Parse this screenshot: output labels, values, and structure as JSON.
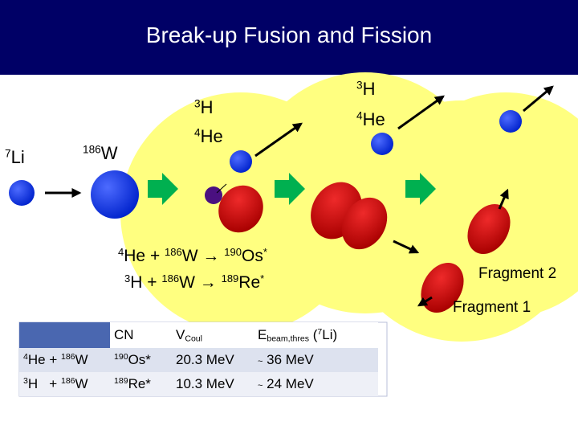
{
  "slide": {
    "title": "Break-up Fusion and Fission"
  },
  "labels": {
    "li7": {
      "mass": "7",
      "symbol": "Li"
    },
    "w186": {
      "mass": "186",
      "symbol": "W"
    },
    "h3_a": {
      "mass": "3",
      "symbol": "H"
    },
    "he4_a": {
      "mass": "4",
      "symbol": "He"
    },
    "h3_b": {
      "mass": "3",
      "symbol": "H"
    },
    "he4_b": {
      "mass": "4",
      "symbol": "He"
    }
  },
  "reactions": {
    "line1": {
      "p_mass": "4",
      "p_sym": "He",
      "plus": " + ",
      "t_mass": "186",
      "t_sym": "W",
      "arrow": " → ",
      "c_mass": "190",
      "c_sym": "Os",
      "star": "*"
    },
    "line2": {
      "p_mass": "3",
      "p_sym": "H",
      "plus": " + ",
      "t_mass": "186",
      "t_sym": "W",
      "arrow": " → ",
      "c_mass": "189",
      "c_sym": "Re",
      "star": "*"
    }
  },
  "fragments": {
    "f2": "Fragment 2",
    "f1": "Fragment 1"
  },
  "table": {
    "headers": {
      "cn": "CN",
      "vcoul_main": "V",
      "vcoul_sub": "Coul",
      "ebeam_main": "E",
      "ebeam_sub": "beam,thres",
      "ebeam_open": " (",
      "ebeam_mass": "7",
      "ebeam_sym": "Li)"
    },
    "rows": [
      {
        "p_mass": "4",
        "p_sym": "He + ",
        "t_mass": "186",
        "t_sym": "W",
        "cn_mass": "190",
        "cn_sym": "Os*",
        "vcoul": "20.3 MeV",
        "approx": "~",
        "ebeam": "36 MeV"
      },
      {
        "p_mass": "3",
        "p_sym": "H   + ",
        "t_mass": "186",
        "t_sym": "W",
        "cn_mass": "189",
        "cn_sym": "Re*",
        "vcoul": "10.3 MeV",
        "approx": "~",
        "ebeam": "24 MeV"
      }
    ]
  },
  "colors": {
    "title_bg": "#000066",
    "glow": "#ffff80",
    "nucleus_blue": "#0033ee",
    "fragment_red": "#cc0000",
    "step_arrow": "#00b050",
    "table_header": "#4a67b0"
  }
}
